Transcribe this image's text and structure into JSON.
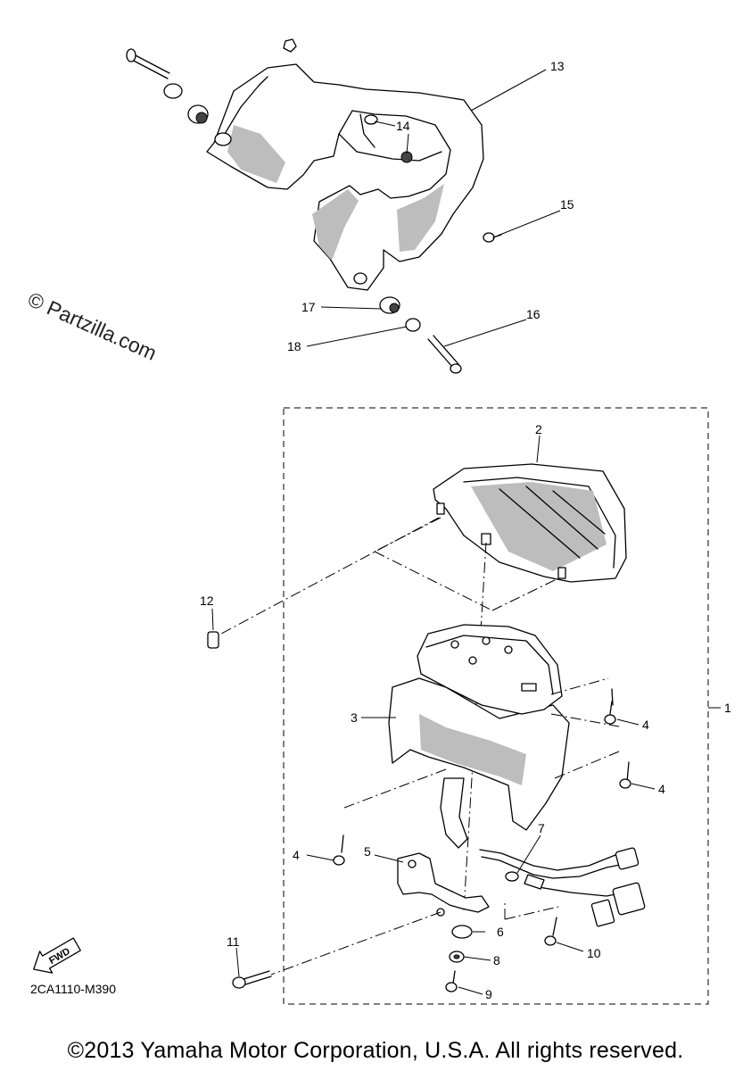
{
  "watermark": "© Partzilla.com",
  "diagram_code": "2CA1110-M390",
  "fwd_label": "FWD",
  "copyright": "©2013 Yamaha Motor Corporation, U.S.A. All rights reserved.",
  "callouts": {
    "c1": "1",
    "c2": "2",
    "c3": "3",
    "c4a": "4",
    "c4b": "4",
    "c4c": "4",
    "c5": "5",
    "c6": "6",
    "c7": "7",
    "c8": "8",
    "c9": "9",
    "c10": "10",
    "c11": "11",
    "c12": "12",
    "c13": "13",
    "c14": "14",
    "c15": "15",
    "c16": "16",
    "c17": "17",
    "c18": "18"
  },
  "icons": [
    "fwd-arrow-icon"
  ]
}
